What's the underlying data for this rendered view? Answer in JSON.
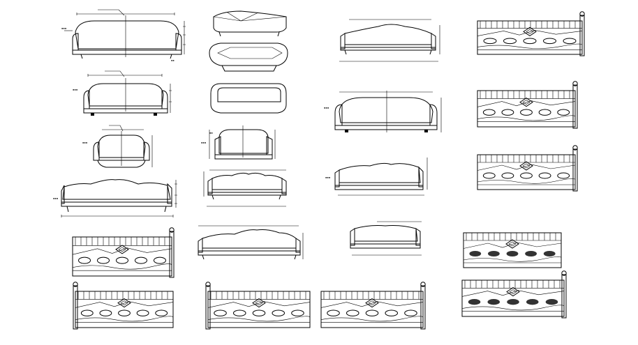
{
  "sheet": {
    "title": "",
    "background": "#ffffff",
    "line_color": "#000000"
  },
  "drawings": [
    {
      "id": "sofa-elevation-1",
      "kind": "sofa-front-elevation",
      "detail": "tufted back, dimensioned"
    },
    {
      "id": "sofa-elevation-2",
      "kind": "sofa-front-elevation",
      "detail": "tufted back, dimensioned"
    },
    {
      "id": "sofa-elevation-3",
      "kind": "armchair-front-elevation",
      "detail": "tufted back, dimensioned"
    },
    {
      "id": "sofa-elevation-4",
      "kind": "sofa-front-elevation",
      "detail": "wavy top, dimensioned"
    },
    {
      "id": "sofa-plan-views",
      "kind": "sofa-outline-views",
      "detail": "front, top and side outlines"
    },
    {
      "id": "sofa-elevation-5",
      "kind": "sofa-front-elevation",
      "detail": "dimensioned"
    },
    {
      "id": "sofa-elevation-6",
      "kind": "sofa-front-elevation",
      "detail": "wavy top, dimensioned"
    },
    {
      "id": "sofa-elevation-7",
      "kind": "sofa-front-elevation",
      "detail": "wavy top, dimensioned"
    },
    {
      "id": "sofa-elevation-8",
      "kind": "sofa-front-elevation",
      "detail": "long tufted, dimensioned"
    },
    {
      "id": "sofa-elevation-9",
      "kind": "sofa-front-elevation",
      "detail": "wavy top, dimensioned"
    },
    {
      "id": "sofa-elevation-10",
      "kind": "sofa-front-elevation",
      "detail": "dimensioned"
    },
    {
      "id": "daybed-panel-1",
      "kind": "daybed-side-panel",
      "detail": "diamond and oval motifs"
    },
    {
      "id": "daybed-panel-2",
      "kind": "daybed-side-panel",
      "detail": "diamond and oval motifs"
    },
    {
      "id": "daybed-panel-3",
      "kind": "daybed-side-panel",
      "detail": "diamond and oval motifs"
    },
    {
      "id": "daybed-panel-4",
      "kind": "daybed-side-panel",
      "detail": "diamond and oval motifs"
    },
    {
      "id": "daybed-panel-5",
      "kind": "daybed-side-panel",
      "detail": "diamond and oval motifs"
    },
    {
      "id": "daybed-panel-6",
      "kind": "daybed-side-panel",
      "detail": "diamond and oval motifs"
    },
    {
      "id": "daybed-panel-7",
      "kind": "daybed-side-panel",
      "detail": "diamond and oval motifs"
    },
    {
      "id": "daybed-panel-8",
      "kind": "daybed-side-panel",
      "detail": "filled oval motifs"
    },
    {
      "id": "daybed-panel-9",
      "kind": "daybed-side-panel",
      "detail": "filled oval motifs"
    }
  ]
}
